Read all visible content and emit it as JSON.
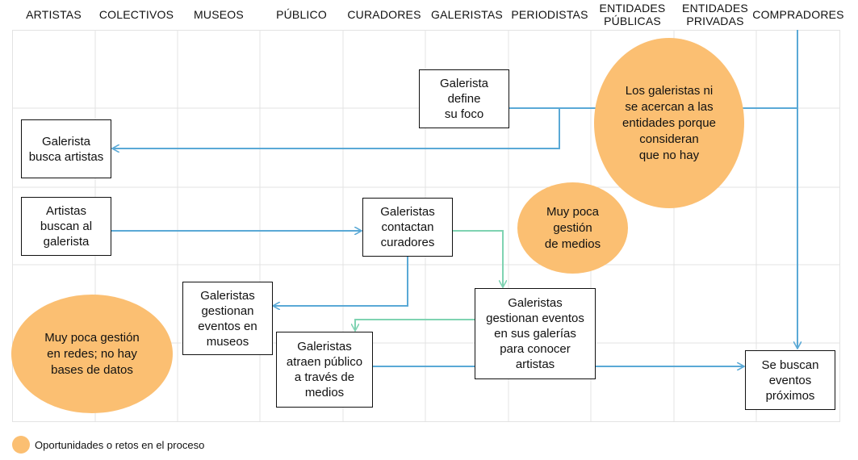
{
  "columns": [
    "ARTISTAS",
    "COLECTIVOS",
    "MUSEOS",
    "PÚBLICO",
    "CURADORES",
    "GALERISTAS",
    "PERIODISTAS",
    "ENTIDADES\nPÚBLICAS",
    "ENTIDADES\nPRIVADAS",
    "COMPRADORES"
  ],
  "nodes": {
    "define_foco": "Galerista\ndefine\nsu foco",
    "busca_artistas": "Galerista\nbusca artistas",
    "artistas_buscan": "Artistas\nbuscan al\ngalerista",
    "contactan_curadores": "Galeristas\ncontactan\ncuradores",
    "eventos_museos": "Galeristas\ngestionan\neventos en\nmuseos",
    "eventos_galerias": "Galeristas\ngestionan eventos\nen sus galerías\npara conocer\nartistas",
    "atraen_publico": "Galeristas\natraen público\na través de\nmedios",
    "eventos_proximos": "Se buscan\neventos\npróximos"
  },
  "opportunities": {
    "entidades": "Los galeristas ni\nse acercan a las\nentidades porque\nconsideran\nque no hay",
    "medios": "Muy poca\ngestión\nde medios",
    "redes": "Muy poca gestión\nen redes; no hay\nbases de datos"
  },
  "legend": {
    "label": "Oportunidades o retos en el proceso"
  },
  "colors": {
    "blue_connector": "#5aa9d6",
    "green_connector": "#7fd3b2",
    "opportunity_fill": "#fbbf72",
    "grid_line": "#e3e3e3",
    "box_border": "#111111"
  }
}
